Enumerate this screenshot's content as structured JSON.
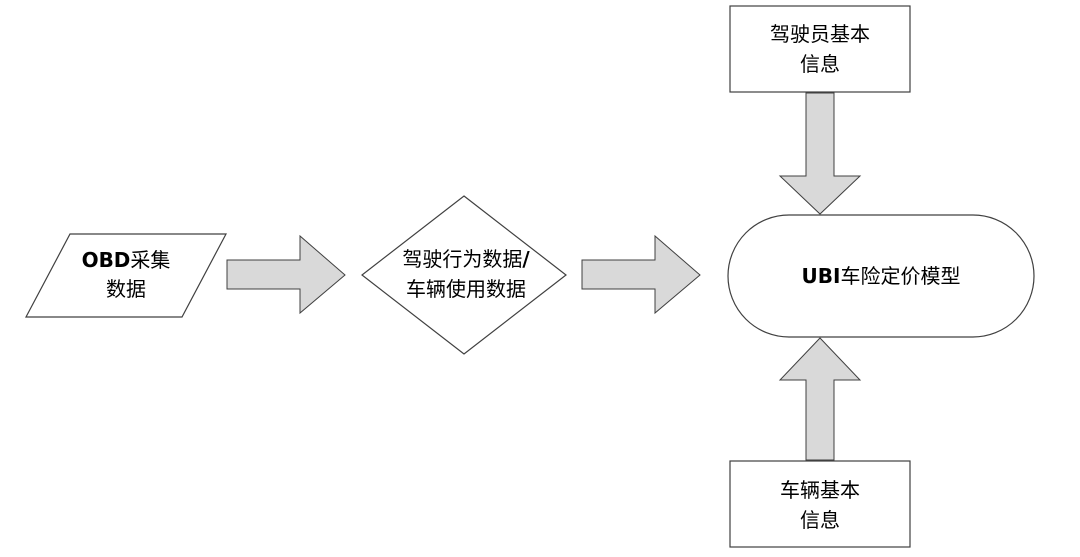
{
  "nodes": {
    "obd_input": {
      "prefix": "OBD",
      "line1_rest": "采集",
      "line2": "数据"
    },
    "behavior_decision": {
      "line1": "驾驶行为数据",
      "line1_suffix": "/",
      "line2": "车辆使用数据"
    },
    "driver_info": {
      "line1": "驾驶员基本",
      "line2": "信息"
    },
    "vehicle_info": {
      "line1": "车辆基本",
      "line2": "信息"
    },
    "ubi_model": {
      "prefix": "UBI",
      "rest": "车险定价模型"
    }
  },
  "colors": {
    "arrow_fill": "#d9d9d9",
    "stroke": "#404040",
    "background": "#ffffff",
    "text": "#000000"
  }
}
